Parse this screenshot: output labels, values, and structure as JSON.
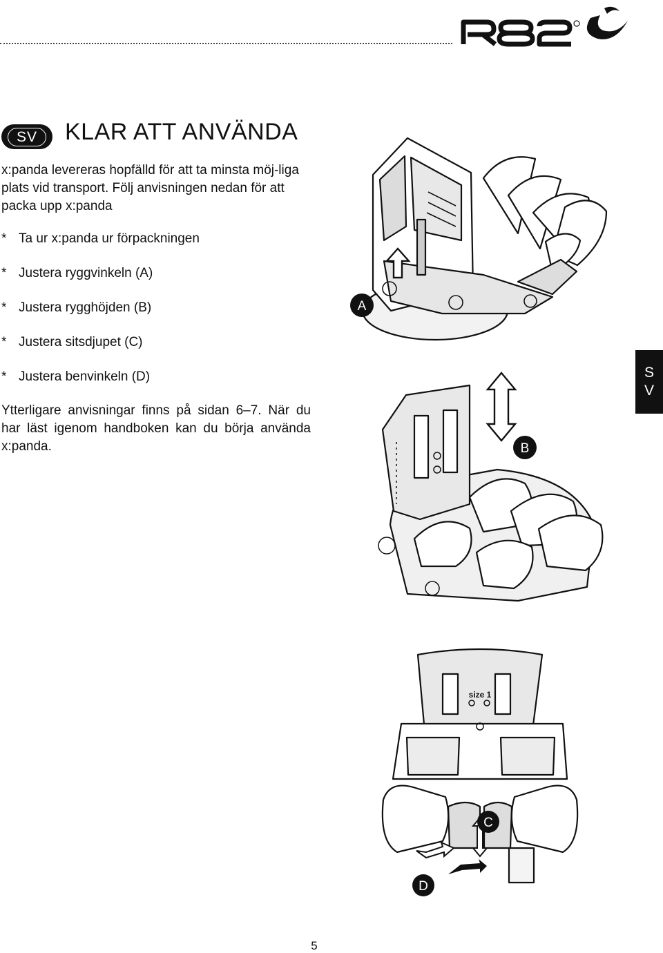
{
  "header": {
    "brand": "R82"
  },
  "language_badge": "SV",
  "title": "KLAR ATT ANVÄNDA",
  "intro": "x:panda levereras hopfälld för att ta minsta möj-liga plats vid transport. Följ anvisningen nedan för att packa upp x:panda",
  "steps": [
    "Ta ur x:panda ur förpackningen",
    "Justera ryggvinkeln (A)",
    "Justera rygghöjden (B)",
    "Justera sitsdjupet (C)",
    "Justera benvinkeln (D)"
  ],
  "outro": "Ytterligare anvisningar finns på sidan 6–7. När du har läst igenom handboken kan du börja använda x:panda.",
  "side_tab": {
    "line1": "S",
    "line2": "V"
  },
  "figures": {
    "a": {
      "callout": "A"
    },
    "b": {
      "callout": "B"
    },
    "c": {
      "callout": "C",
      "size_label": "size 1"
    },
    "d": {
      "callout": "D"
    }
  },
  "page_number": "5"
}
